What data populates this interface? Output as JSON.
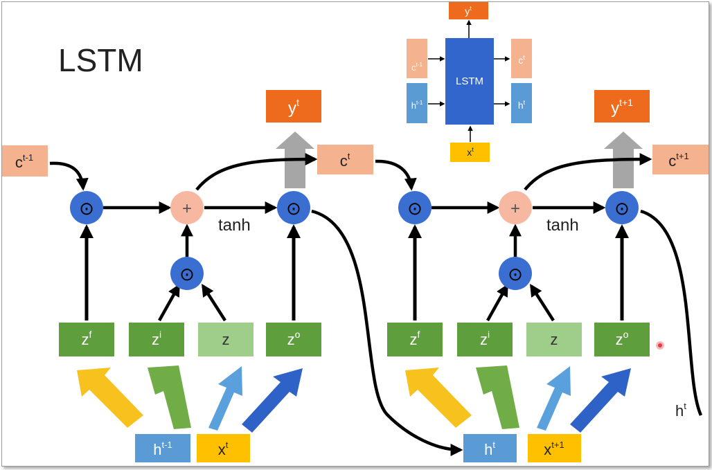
{
  "title": "LSTM",
  "colors": {
    "orange_box": "#ee6a1c",
    "peach_box": "#f4b28f",
    "peach_circle": "#f6b8a0",
    "blue_box": "#5b9bd5",
    "lstm_block": "#3366cc",
    "yellow_box": "#ffc000",
    "green_box": "#5f9e3c",
    "green_box_light": "#9fce8a",
    "gate_circle": "#3a6fd1",
    "arrow": "#000000",
    "gray_arrow": "#a6a6a6",
    "arrow_yellow": "#f7c11e",
    "arrow_green": "#70ad47",
    "arrow_lightblue": "#5aa0dd",
    "arrow_darkblue": "#2f62c7",
    "cursor": "#e63946"
  },
  "symbols": {
    "mult": "⊙",
    "add": "+",
    "tanh": "tanh"
  },
  "mini": {
    "yt": {
      "base": "y",
      "sup": "t"
    },
    "ct_prev": {
      "base": "c",
      "sup": "t-1"
    },
    "lstm": "LSTM",
    "ct": {
      "base": "c",
      "sup": "t"
    },
    "ht_prev": {
      "base": "h",
      "sup": "t-1"
    },
    "ht": {
      "base": "h",
      "sup": "t"
    },
    "xt": {
      "base": "x",
      "sup": "t"
    }
  },
  "cell1": {
    "c_in": {
      "base": "c",
      "sup": "t-1"
    },
    "y_out": {
      "base": "y",
      "sup": "t"
    },
    "c_out": {
      "base": "c",
      "sup": "t"
    },
    "gates": [
      {
        "base": "z",
        "sup": "f"
      },
      {
        "base": "z",
        "sup": "i"
      },
      {
        "base": "z",
        "sup": ""
      },
      {
        "base": "z",
        "sup": "o"
      }
    ],
    "h_in": {
      "base": "h",
      "sup": "t-1"
    },
    "x_in": {
      "base": "x",
      "sup": "t"
    }
  },
  "cell2": {
    "y_out": {
      "base": "y",
      "sup": "t+1"
    },
    "c_out": {
      "base": "c",
      "sup": "t+1"
    },
    "gates": [
      {
        "base": "z",
        "sup": "f"
      },
      {
        "base": "z",
        "sup": "i"
      },
      {
        "base": "z",
        "sup": ""
      },
      {
        "base": "z",
        "sup": "o"
      }
    ],
    "h_in": {
      "base": "h",
      "sup": "t"
    },
    "x_in": {
      "base": "x",
      "sup": "t+1"
    },
    "h_out": {
      "base": "h",
      "sup": "t"
    }
  }
}
